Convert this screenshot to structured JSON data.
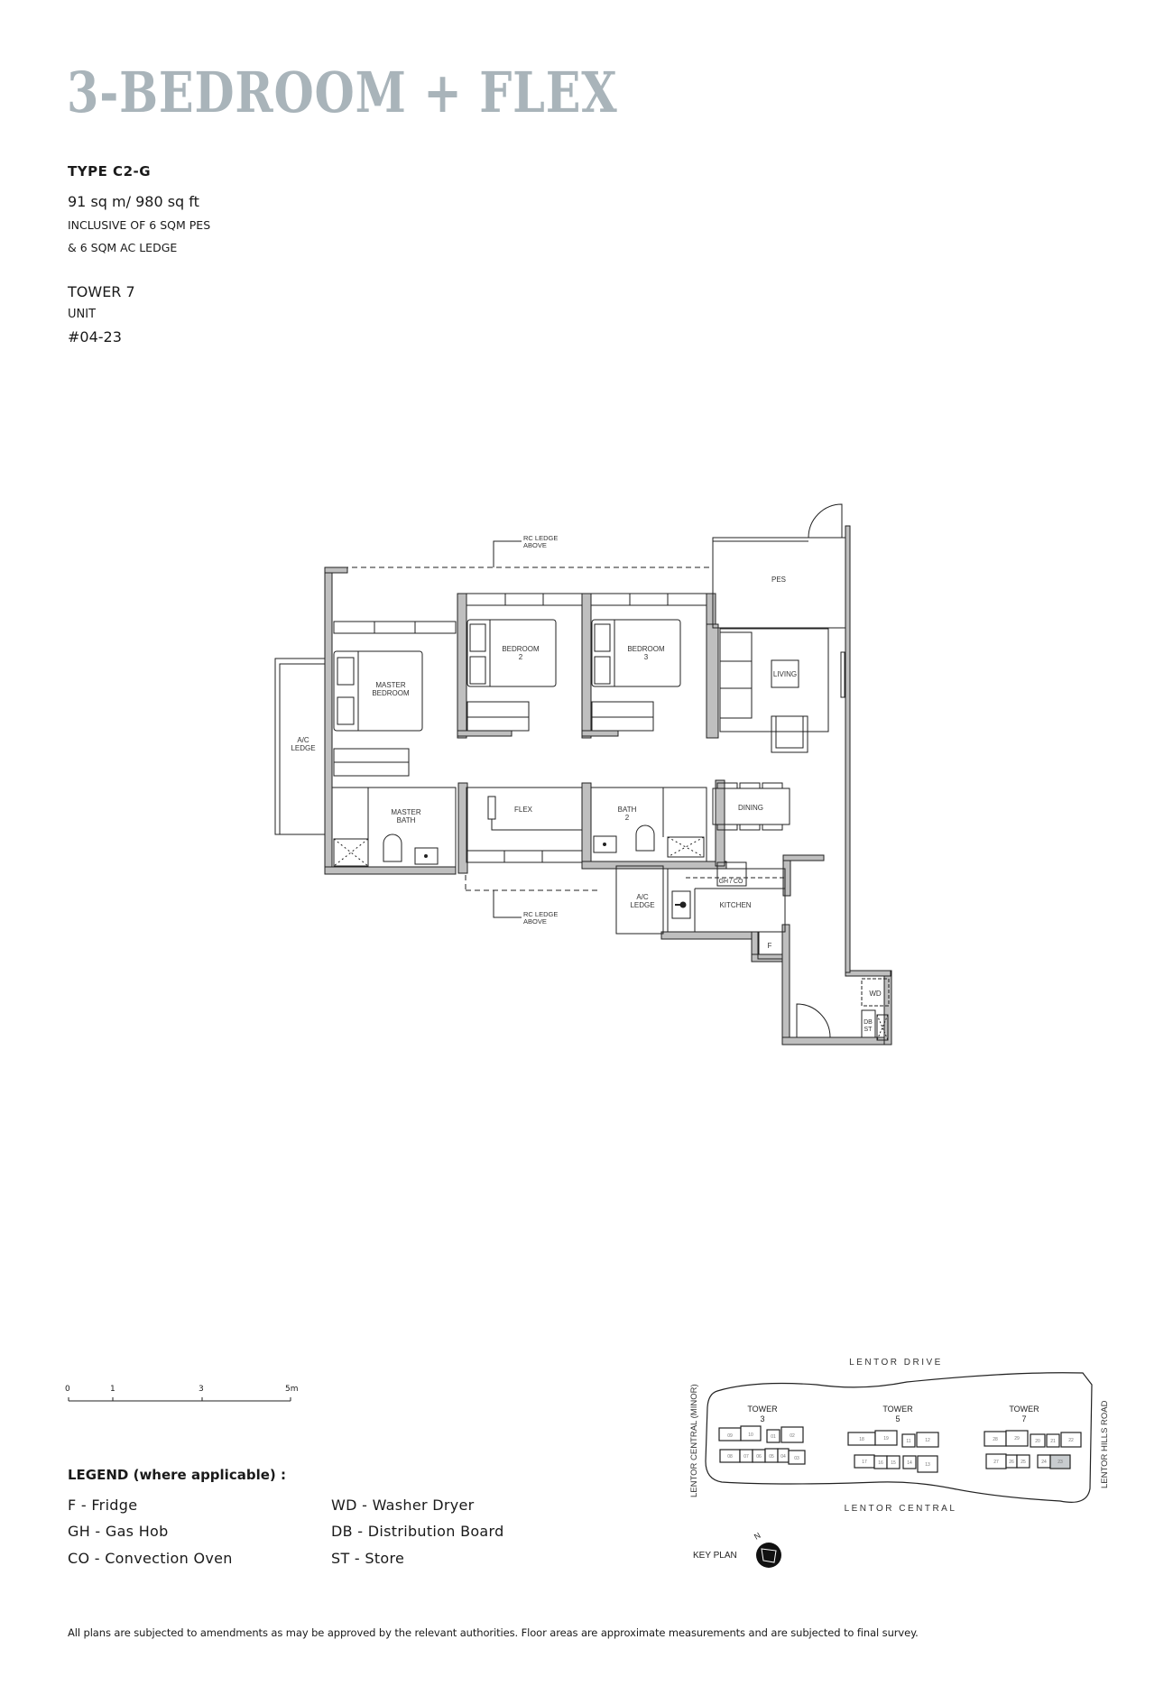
{
  "header": {
    "title": "3-BEDROOM + FLEX",
    "type": "TYPE C2-G",
    "area": "91 sq m/ 980 sq ft",
    "inclusive_line1": "INCLUSIVE OF 6 SQM PES",
    "inclusive_line2": "& 6 SQM AC LEDGE",
    "tower": "TOWER 7",
    "unit_label": "UNIT",
    "unit_number": "#04-23"
  },
  "floor_plan": {
    "rooms": {
      "pes": "PES",
      "living": "LIVING",
      "master_bedroom_1": "MASTER",
      "master_bedroom_2": "BEDROOM",
      "bedroom2_1": "BEDROOM",
      "bedroom2_2": "2",
      "bedroom3_1": "BEDROOM",
      "bedroom3_2": "3",
      "ac_ledge_1": "A/C",
      "ac_ledge_2": "LEDGE",
      "master_bath_1": "MASTER",
      "master_bath_2": "BATH",
      "flex": "FLEX",
      "bath2_1": "BATH",
      "bath2_2": "2",
      "dining": "DINING",
      "kitchen": "KITCHEN",
      "kitchen_ac_1": "A/C",
      "kitchen_ac_2": "LEDGE",
      "fridge": "F",
      "gh_co": "GH / CO",
      "wd": "WD",
      "db": "DB",
      "st": "ST"
    },
    "annotations": {
      "rc_ledge_top_1": "RC LEDGE",
      "rc_ledge_top_2": "ABOVE",
      "rc_ledge_bottom_1": "RC LEDGE",
      "rc_ledge_bottom_2": "ABOVE"
    }
  },
  "scale_bar": {
    "ticks": [
      "0",
      "1",
      "3",
      "5m"
    ]
  },
  "legend": {
    "title": "LEGEND (where applicable) :",
    "items": [
      {
        "label": "F - Fridge"
      },
      {
        "label": "GH - Gas Hob"
      },
      {
        "label": "CO - Convection Oven"
      },
      {
        "label": "WD - Washer Dryer"
      },
      {
        "label": "DB - Distribution Board"
      },
      {
        "label": "ST - Store"
      }
    ]
  },
  "key_plan": {
    "label": "KEY PLAN",
    "north": "N",
    "roads": {
      "top": "LENTOR DRIVE",
      "bottom": "LENTOR CENTRAL",
      "left": "LENTOR CENTRAL (MINOR)",
      "right": "LENTOR HILLS ROAD"
    },
    "towers": [
      {
        "name": "TOWER",
        "number": "3",
        "units_top": [
          "09",
          "10",
          "01",
          "02"
        ],
        "units_bottom": [
          "08",
          "07",
          "06",
          "05",
          "04",
          "03"
        ]
      },
      {
        "name": "TOWER",
        "number": "5",
        "units_top": [
          "18",
          "19",
          "11",
          "12"
        ],
        "units_bottom": [
          "17",
          "16",
          "15",
          "14",
          "13"
        ]
      },
      {
        "name": "TOWER",
        "number": "7",
        "units_top": [
          "28",
          "29",
          "20",
          "21",
          "22"
        ],
        "units_bottom": [
          "27",
          "26",
          "25",
          "24",
          "23"
        ]
      }
    ],
    "highlighted_unit": "23",
    "highlight_color": "#c8cccf"
  },
  "footer": {
    "disclaimer": "All plans are subjected to amendments as may be approved by the relevant authorities. Floor areas are approximate measurements and are subjected to final survey."
  }
}
